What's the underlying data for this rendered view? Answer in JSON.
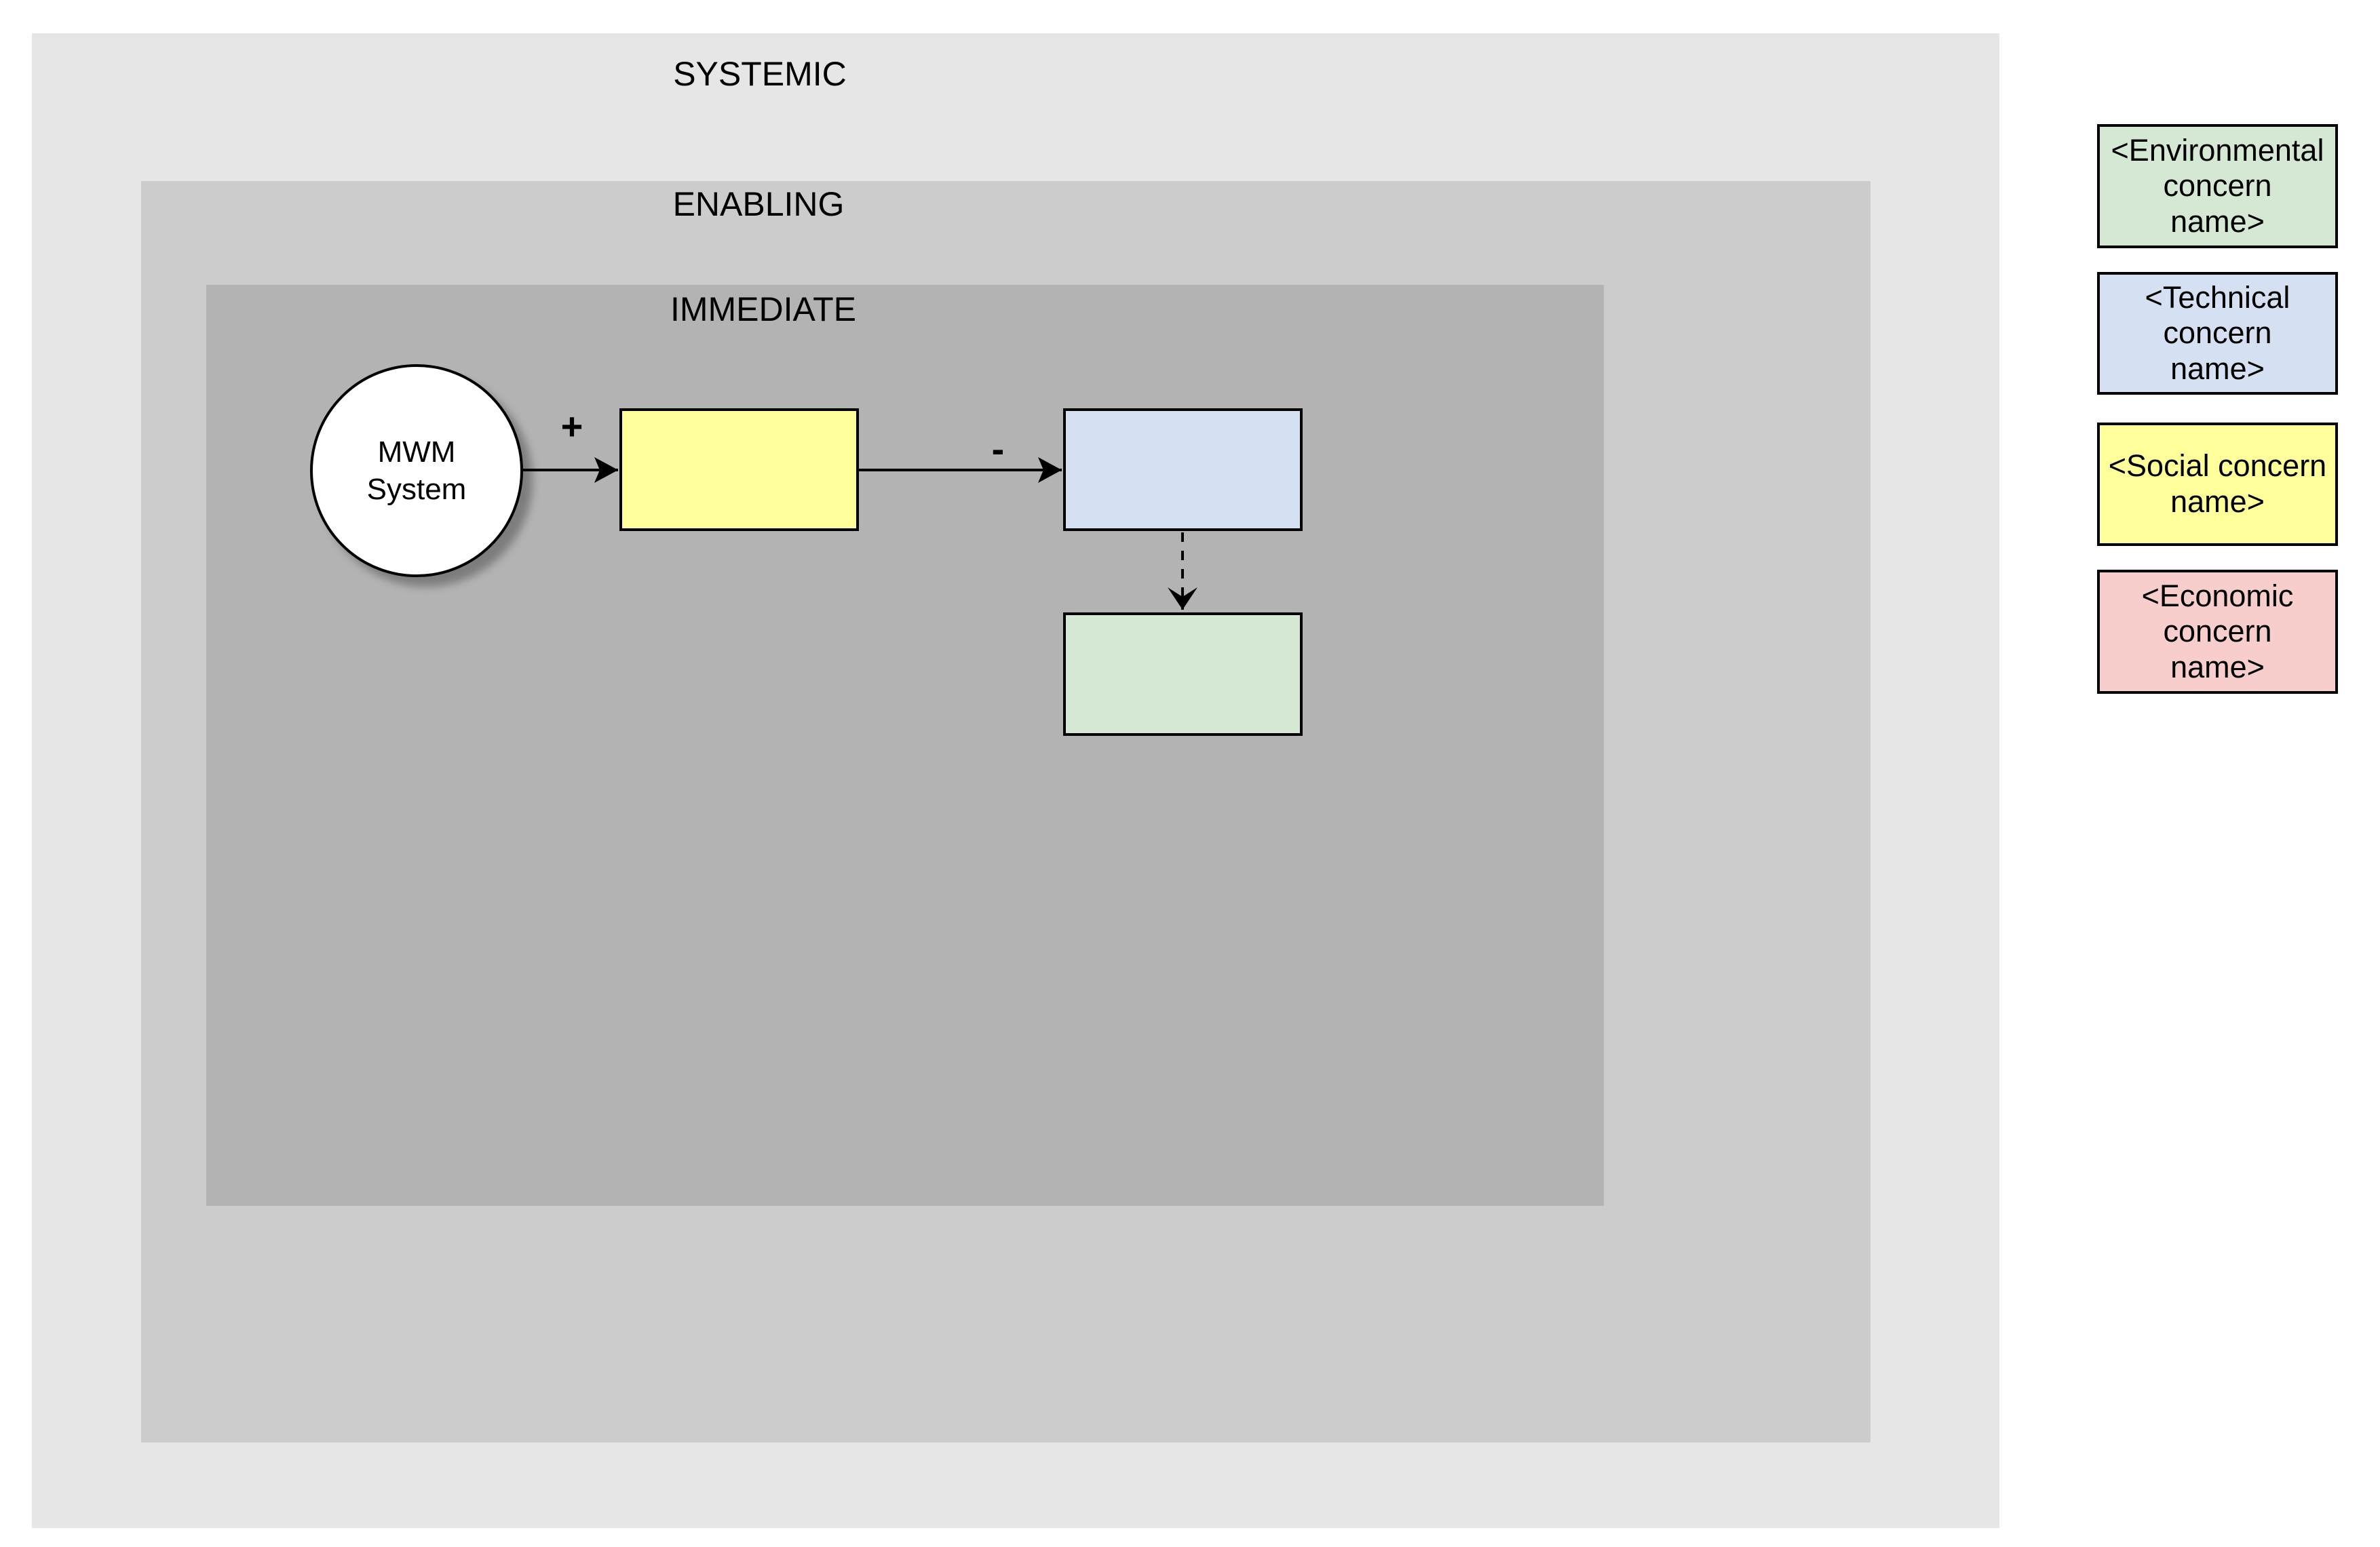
{
  "frames": {
    "systemic": {
      "label": "SYSTEMIC",
      "color": "#e6e6e6"
    },
    "enabling": {
      "label": "ENABLING",
      "color": "#cccccc"
    },
    "immediate": {
      "label": "IMMEDIATE",
      "color": "#b3b3b3"
    }
  },
  "diagram": {
    "system_node": {
      "label": "MWM\nSystem",
      "fill": "#ffffff"
    },
    "social_node": {
      "label": "",
      "fill": "#fefe9b"
    },
    "technical_node": {
      "label": "",
      "fill": "#d5e1f3"
    },
    "environmental_node": {
      "label": "",
      "fill": "#d5e8d4"
    },
    "edges": {
      "system_to_social": {
        "sign": "+",
        "style": "solid"
      },
      "social_to_technical": {
        "sign": "-",
        "style": "solid"
      },
      "technical_to_environmental": {
        "sign": "",
        "style": "dashed"
      }
    }
  },
  "legend": {
    "items": [
      {
        "label": "<Environmental\nconcern\nname>",
        "color": "#d5e8d4"
      },
      {
        "label": "<Technical\nconcern\nname>",
        "color": "#d5e1f3"
      },
      {
        "label": "<Social concern\nname>",
        "color": "#fefe9b"
      },
      {
        "label": "<Economic\nconcern\nname>",
        "color": "#f8cecc"
      }
    ]
  }
}
